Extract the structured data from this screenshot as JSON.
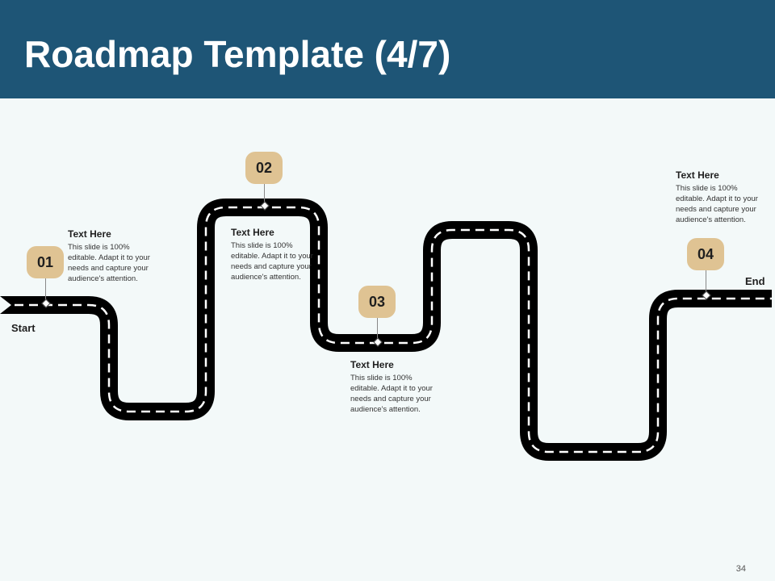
{
  "title": "Roadmap Template (4/7)",
  "road": {
    "start_label": "Start",
    "end_label": "End"
  },
  "milestones": [
    {
      "number": "01",
      "heading": "Text Here",
      "body": "This slide is 100% editable. Adapt it to your needs and capture your audience's attention."
    },
    {
      "number": "02",
      "heading": "Text Here",
      "body": "This slide is 100% editable. Adapt it to your needs and capture your audience's attention."
    },
    {
      "number": "03",
      "heading": "Text Here",
      "body": "This slide is 100% editable. Adapt it to your needs and capture your audience's attention."
    },
    {
      "number": "04",
      "heading": "Text Here",
      "body": "This slide is 100% editable. Adapt it to your needs and capture your audience's attention."
    }
  ],
  "page_number": "34",
  "colors": {
    "header": "#1e5576",
    "badge": "#dfc393",
    "road": "#000000",
    "background": "#f3f9f9"
  }
}
